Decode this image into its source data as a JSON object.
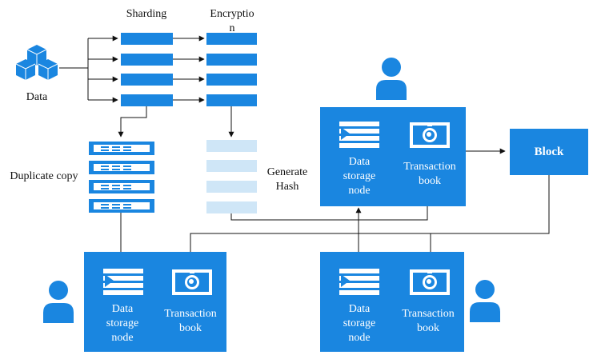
{
  "labels": {
    "sharding": "Sharding",
    "encryption_line1": "Encryptio",
    "encryption_line2": "n",
    "data": "Data",
    "duplicate_copy": "Duplicate copy",
    "generate_hash_line1": "Generate",
    "generate_hash_line2": "Hash",
    "block": "Block"
  },
  "nodes": [
    {
      "id": "top",
      "storage": [
        "Data",
        "storage",
        "node"
      ],
      "book": [
        "Transaction",
        "book"
      ]
    },
    {
      "id": "bottom-left",
      "storage": [
        "Data",
        "storage",
        "node"
      ],
      "book": [
        "Transaction",
        "book"
      ]
    },
    {
      "id": "bottom-right",
      "storage": [
        "Data",
        "storage",
        "node"
      ],
      "book": [
        "Transaction",
        "book"
      ]
    }
  ],
  "colors": {
    "primary": "#1a86e0",
    "hash": "#cfe6f7",
    "line": "#111111"
  },
  "icons": [
    "data-cubes-icon",
    "user-icon",
    "server-icon",
    "document-list-icon",
    "camera-book-icon"
  ]
}
